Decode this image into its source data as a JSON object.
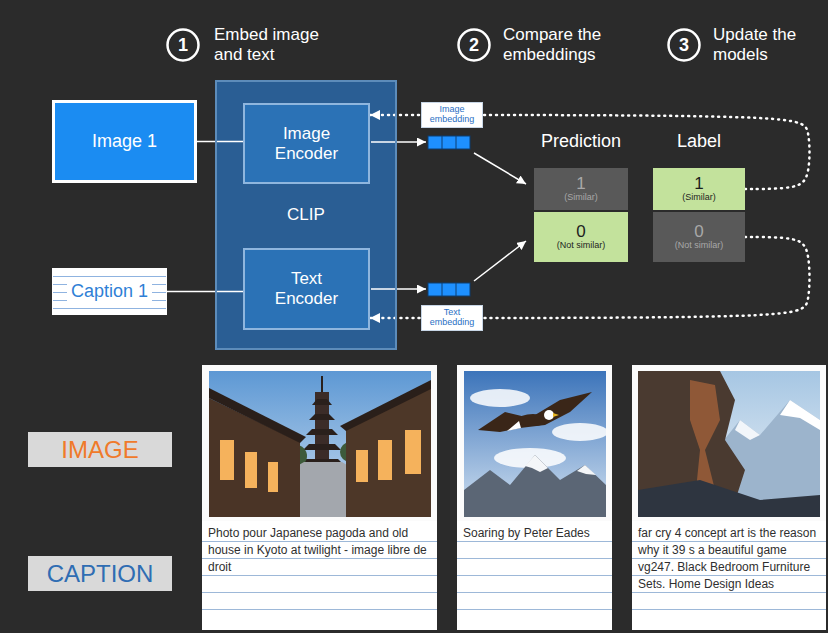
{
  "diagram": {
    "nodes": [
      {
        "text": [
          "1",
          "Embed image and text"
        ]
      },
      {
        "text": [
          "2",
          "Compare the embeddings"
        ]
      },
      {
        "text": [
          "3",
          "Update the models"
        ]
      },
      {
        "text": [
          "Image 1"
        ]
      },
      {
        "text": [
          "CLIP"
        ]
      },
      {
        "text": [
          "Image Encoder"
        ],
        "in": 4
      },
      {
        "text": [
          "Text Encoder"
        ],
        "in": 4
      },
      {
        "text": [
          "Caption 1"
        ]
      },
      {
        "text": [
          "1",
          "(Similar)"
        ]
      },
      {
        "text": [
          "0",
          "(Not similar)"
        ]
      },
      {
        "text": [
          "1",
          "(Similar)"
        ]
      },
      {
        "text": [
          "0",
          "(Not similar)"
        ]
      },
      {
        "text": [
          "IMAGE"
        ]
      },
      {
        "text": [
          "CAPTION"
        ]
      },
      {
        "text": [
          "Photo pour Japanese pagoda and old house in Kyoto at twilight - image libre de droit"
        ]
      },
      {
        "text": [
          "Soaring by Peter Eades"
        ]
      },
      {
        "text": [
          "far cry 4 concept art is the reason why it 39 s a beautiful game vg247. Black Bedroom Furniture Sets. Home Design Ideas"
        ]
      }
    ],
    "edges": [
      {
        "from": 3,
        "to": 5,
        "arrow": "none"
      },
      {
        "from": 7,
        "to": 6,
        "arrow": "none"
      },
      {
        "from": 10,
        "to": 5,
        "arrow": "to",
        "label": "Image embedding"
      },
      {
        "from": 11,
        "to": 6,
        "arrow": "to",
        "label": "Text embedding"
      }
    ],
    "labels": [
      "Prediction",
      "Label"
    ]
  }
}
